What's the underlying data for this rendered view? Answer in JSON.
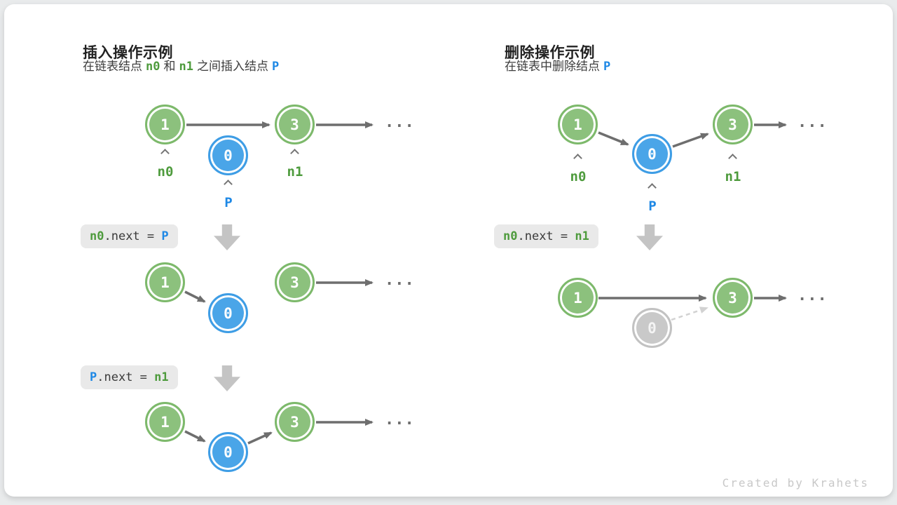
{
  "insert": {
    "title": "插入操作示例",
    "subtitle": {
      "t1": "在链表结点",
      "n0": "n0",
      "t2": "和",
      "n1": "n1",
      "t3": "之间插入结点",
      "p": "P"
    },
    "step1": {
      "node1": "1",
      "nodeP": "0",
      "node3": "3",
      "label_n0": "n0",
      "label_n1": "n1",
      "label_p": "P",
      "ellipsis": "..."
    },
    "code1": {
      "lhs": "n0",
      "mid": ".next = ",
      "rhs": "P"
    },
    "step2": {
      "node1": "1",
      "nodeP": "0",
      "node3": "3",
      "ellipsis": "..."
    },
    "code2": {
      "lhs": "P",
      "mid": ".next = ",
      "rhs": "n1"
    },
    "step3": {
      "node1": "1",
      "nodeP": "0",
      "node3": "3",
      "ellipsis": "..."
    }
  },
  "delete": {
    "title": "删除操作示例",
    "subtitle": {
      "t1": "在链表中删除结点",
      "p": "P"
    },
    "step1": {
      "node1": "1",
      "nodeP": "0",
      "node3": "3",
      "label_n0": "n0",
      "label_n1": "n1",
      "label_p": "P",
      "ellipsis": "..."
    },
    "code1": {
      "lhs": "n0",
      "mid": ".next = ",
      "rhs": "n1"
    },
    "step2": {
      "node1": "1",
      "nodeP": "0",
      "node3": "3",
      "ellipsis": "..."
    }
  },
  "footer": {
    "credit": "Created by Krahets"
  },
  "colors": {
    "node_green_fill": "#8cc17d",
    "node_blue_fill": "#4aa5e8",
    "node_gray_fill": "#c9c9c9",
    "token_green": "#4e9b3d",
    "token_blue": "#1e88e5",
    "arrow_gray": "#6e6e6e",
    "dashed_gray": "#d2d2d2",
    "code_chip_bg": "#e9e9e9"
  }
}
